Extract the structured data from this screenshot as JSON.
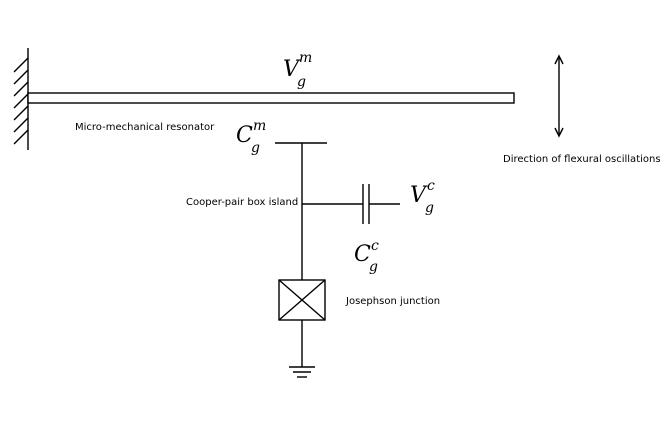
{
  "labels": {
    "resonator": "Micro-mechanical resonator",
    "direction": "Direction of flexural oscillations",
    "island": "Cooper-pair box island",
    "junction": "Josephson junction"
  },
  "symbols": {
    "vgm": {
      "main": "V",
      "sub": "g",
      "sup": "m"
    },
    "cgm": {
      "main": "C",
      "sub": "g",
      "sup": "m"
    },
    "vgc": {
      "main": "V",
      "sub": "g",
      "sup": "c"
    },
    "cgc": {
      "main": "C",
      "sub": "g",
      "sup": "c"
    }
  },
  "colors": {
    "ink": "#000000",
    "background": "#ffffff"
  }
}
